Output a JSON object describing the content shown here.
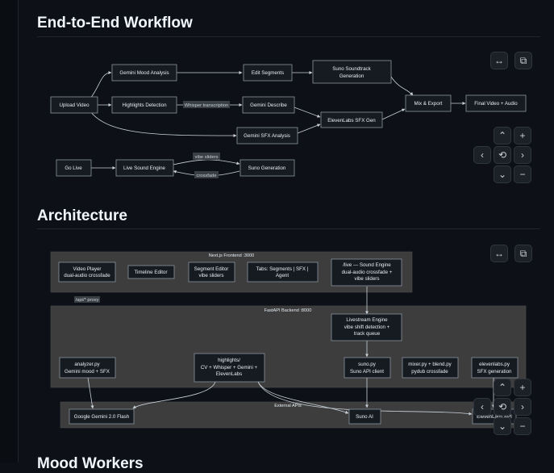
{
  "sections": [
    {
      "title": "End-to-End Workflow"
    },
    {
      "title": "Architecture"
    },
    {
      "title": "Mood Workers"
    }
  ],
  "workflow": {
    "nodes": {
      "upload": "Upload Video",
      "highlights": "Highlights Detection",
      "mood": "Gemini Mood Analysis",
      "edit": "Edit Segments",
      "suno_soundtrack": [
        "Suno Soundtrack",
        "Generation"
      ],
      "describe": "Gemini Describe",
      "sfx_gen": "ElevenLabs SFX Gen",
      "sfx_analysis": "Gemini SFX Analysis",
      "mix": "Mix & Export",
      "final": "Final Video + Audio",
      "golive": "Go Live",
      "live_engine": "Live Sound Engine",
      "suno_gen": "Suno Generation"
    },
    "edge_labels": {
      "whisper": "Whisper transcription",
      "vibe": "vibe sliders",
      "crossfade": "crossfade"
    }
  },
  "architecture": {
    "clusters": {
      "frontend": "Next.js Frontend :3000",
      "backend": "FastAPI Backend :8000",
      "external": "External APIs"
    },
    "proxy_label": "/api/* proxy",
    "nodes": {
      "video_player": [
        "Video Player",
        "dual-audio crossfade"
      ],
      "timeline": [
        "Timeline Editor"
      ],
      "segment_editor": [
        "Segment Editor",
        "vibe sliders"
      ],
      "tabs": [
        "Tabs: Segments | SFX |",
        "Agent"
      ],
      "live": [
        "/live — Sound Engine",
        "dual-audio crossfade +",
        "vibe sliders"
      ],
      "livestream": [
        "Livestream Engine",
        "vibe shift detection +",
        "track queue"
      ],
      "analyzer": [
        "analyzer.py",
        "Gemini mood + SFX"
      ],
      "highlights": [
        "highlights/",
        "CV + Whisper + Gemini +",
        "ElevenLabs"
      ],
      "suno_py": [
        "suno.py",
        "Suno API client"
      ],
      "mixer": [
        "mixer.py + blend.py",
        "pydub crossfade"
      ],
      "elevenlabs_py": [
        "elevenlabs.py",
        "SFX generation"
      ],
      "gemini_flash": [
        "Google Gemini 2.0 Flash"
      ],
      "suno_ai": [
        "Suno AI"
      ],
      "elevenlabs_api": [
        "ElevenLabs API"
      ]
    }
  },
  "controls": {
    "fit": "↔",
    "copy": "⧉",
    "zoom_in": "+",
    "zoom_out": "−",
    "up": "⌃",
    "down": "⌄",
    "left": "‹",
    "right": "›",
    "reset": "⟲"
  }
}
